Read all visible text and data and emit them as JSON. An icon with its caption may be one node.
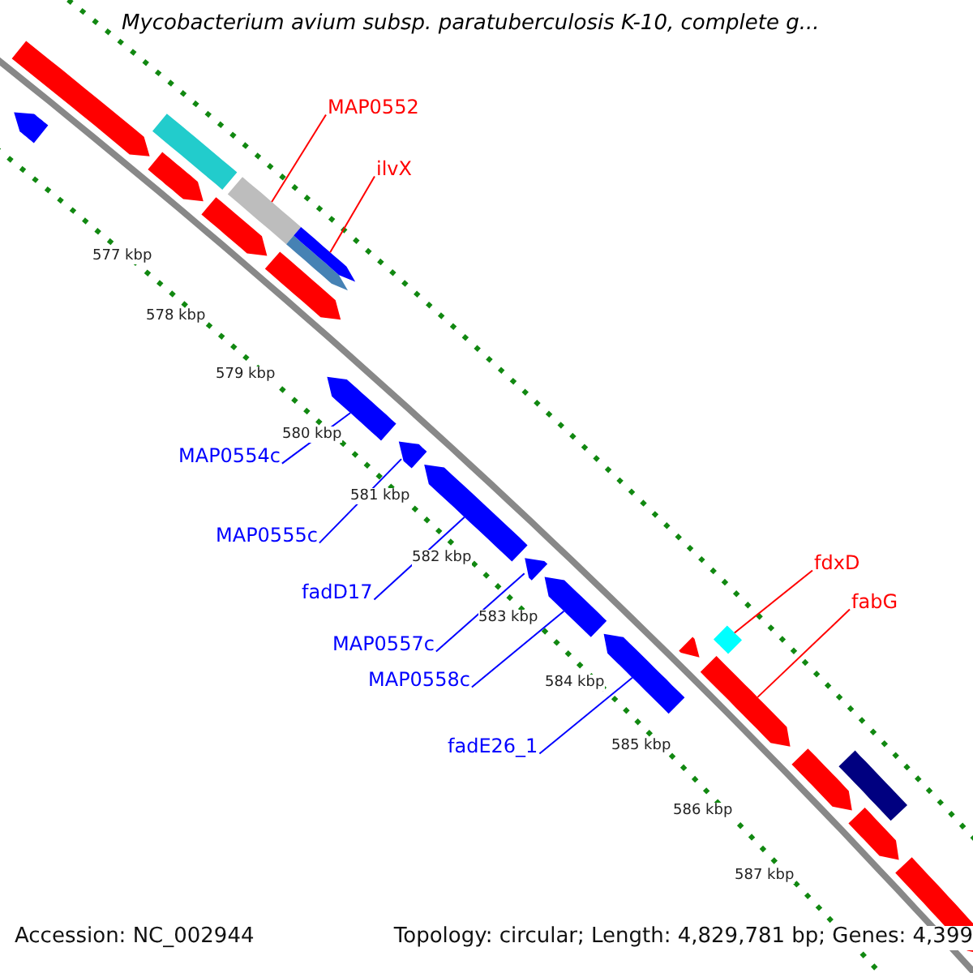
{
  "diagram": {
    "title": "Mycobacterium avium subsp. paratuberculosis K-10, complete g...",
    "nodes": [
      {
        "text": [
          "MAP0552"
        ]
      },
      {
        "text": [
          "ilvX"
        ]
      },
      {
        "text": [
          "MAP0554c"
        ]
      },
      {
        "text": [
          "MAP0555c"
        ]
      },
      {
        "text": [
          "fdxD"
        ]
      },
      {
        "text": [
          "fadD17"
        ]
      },
      {
        "text": [
          "fabG"
        ]
      },
      {
        "text": [
          "MAP0557c"
        ]
      },
      {
        "text": [
          "MAP0558c"
        ]
      },
      {
        "text": [
          "fadE26_1"
        ]
      },
      {
        "text": [],
        "shape": "bar"
      },
      {
        "text": [],
        "shape": "bar"
      },
      {
        "text": [],
        "shape": "bar"
      },
      {
        "text": [],
        "shape": "bar"
      },
      {
        "text": [],
        "shape": "bar"
      },
      {
        "text": [],
        "shape": "bar"
      },
      {
        "text": [],
        "shape": "bar"
      },
      {
        "text": [],
        "shape": "bar"
      },
      {
        "text": [],
        "shape": "bar"
      },
      {
        "text": [],
        "shape": "bar"
      },
      {
        "text": [],
        "shape": "bar"
      },
      {
        "text": [],
        "shape": "bar"
      },
      {
        "text": [],
        "shape": "bar"
      },
      {
        "text": [],
        "shape": "bar"
      },
      {
        "text": [],
        "shape": "bar"
      },
      {
        "text": [],
        "shape": "bar"
      },
      {
        "text": [],
        "shape": "bar"
      },
      {
        "text": [],
        "shape": "bar"
      },
      {
        "text": [],
        "shape": "bar"
      },
      {
        "text": [],
        "shape": "bar"
      },
      {
        "text": [],
        "shape": "bar"
      }
    ],
    "edges": [
      {
        "from": 0,
        "to": 15,
        "arrow": "none",
        "color": "#ff0000"
      },
      {
        "from": 1,
        "to": 16,
        "arrow": "none",
        "color": "#ff0000"
      },
      {
        "from": 2,
        "to": 18,
        "arrow": "none"
      },
      {
        "from": 3,
        "to": 19,
        "arrow": "none"
      },
      {
        "from": 4,
        "to": 25,
        "arrow": "none",
        "color": "#ff0000"
      },
      {
        "from": 5,
        "to": 20,
        "arrow": "none"
      },
      {
        "from": 6,
        "to": 26,
        "arrow": "none",
        "color": "#ff0000"
      },
      {
        "from": 7,
        "to": 21,
        "arrow": "none"
      },
      {
        "from": 8,
        "to": 22,
        "arrow": "none"
      },
      {
        "from": 9,
        "to": 23,
        "arrow": "none"
      }
    ],
    "labels": [
      "577 kbp",
      "578 kbp",
      "579 kbp",
      "580 kbp",
      "581 kbp",
      "582 kbp",
      "583 kbp",
      "584 kbp",
      "585 kbp",
      "586 kbp",
      "587 kbp",
      "Accession: NC_002944",
      "Topology: circular; Length: 4,829,781 bp; Genes: 4,399"
    ]
  }
}
